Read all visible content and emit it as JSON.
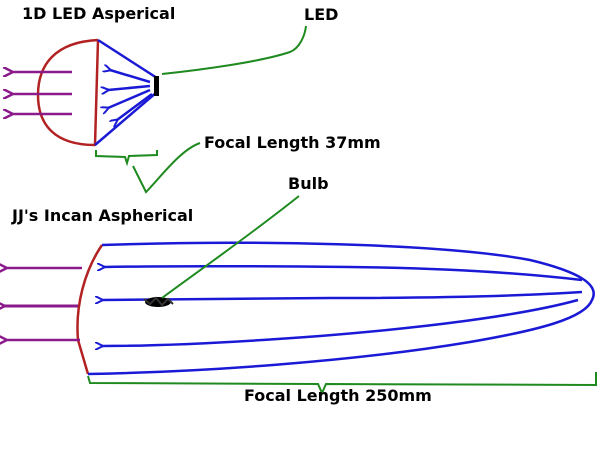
{
  "labels": {
    "led_asphere_title": "1D LED Asperical",
    "led": "LED",
    "focal_length_top": "Focal Length 37mm",
    "bulb": "Bulb",
    "incan_asphere_title": "JJ's Incan Aspherical",
    "focal_length_bottom": "Focal Length 250mm"
  },
  "colors": {
    "lens": "#b22222",
    "ray_in": "#1a1ad6",
    "ray_out": "#8b1a8b",
    "annotation": "#1f8a1f",
    "source": "#000000"
  }
}
